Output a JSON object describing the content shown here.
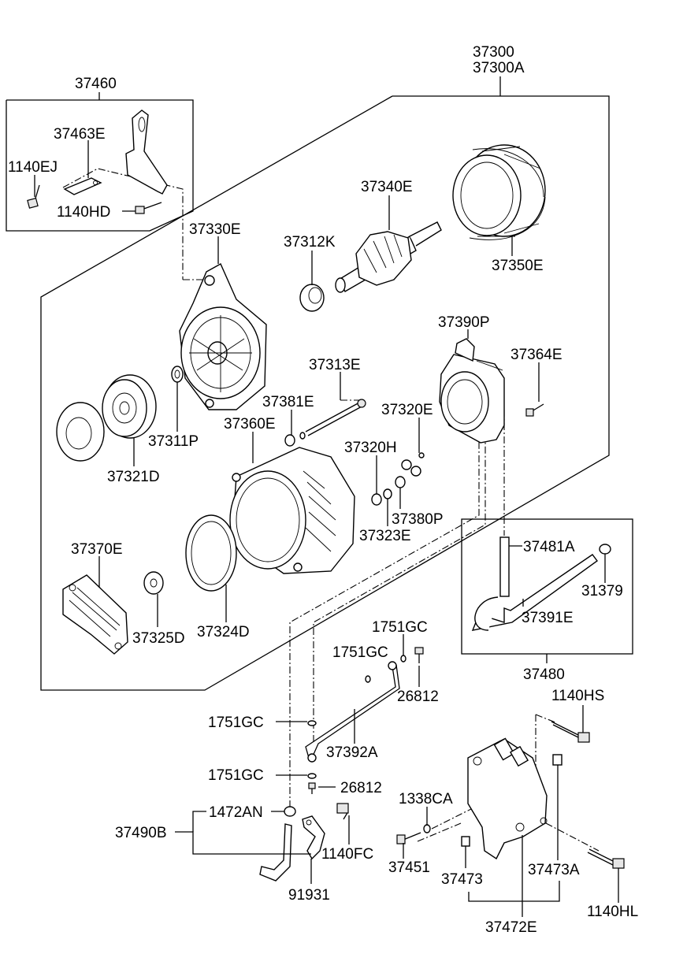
{
  "labels": {
    "p37300": "37300",
    "p37300A": "37300A",
    "p37460": "37460",
    "p37463E": "37463E",
    "p1140EJ": "1140EJ",
    "p1140HD": "1140HD",
    "p37340E": "37340E",
    "p37330E": "37330E",
    "p37312K": "37312K",
    "p37350E": "37350E",
    "p37390P": "37390P",
    "p37364E": "37364E",
    "p37313E": "37313E",
    "p37381E": "37381E",
    "p37320E": "37320E",
    "p37360E": "37360E",
    "p37311P": "37311P",
    "p37321D": "37321D",
    "p37320H": "37320H",
    "p37380P": "37380P",
    "p37323E": "37323E",
    "p37370E": "37370E",
    "p37481A": "37481A",
    "p31379": "31379",
    "p37391E": "37391E",
    "p37325D": "37325D",
    "p37324D": "37324D",
    "p1751GC_a": "1751GC",
    "p1751GC_b": "1751GC",
    "p26812_a": "26812",
    "p37480": "37480",
    "p1140HS": "1140HS",
    "p1751GC_c": "1751GC",
    "p37392A": "37392A",
    "p1751GC_d": "1751GC",
    "p26812_b": "26812",
    "p1338CA": "1338CA",
    "p1472AN": "1472AN",
    "p37490B": "37490B",
    "p1140FC": "1140FC",
    "p37451": "37451",
    "p37473": "37473",
    "p37473A": "37473A",
    "p91931": "91931",
    "p1140HL": "1140HL",
    "p37472E": "37472E"
  }
}
